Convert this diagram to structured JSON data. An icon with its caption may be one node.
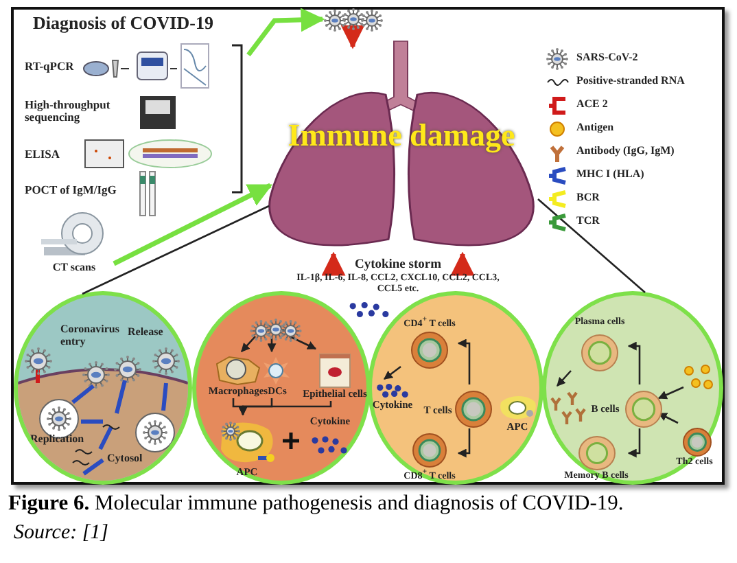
{
  "diagram": {
    "caption": "**Figure 6.** Molecular immune pathogenesis and diagnosis of COVID-19.",
    "nodes": [
      {
        "text": [
          "Diagnosis of COVID-19"
        ]
      },
      {
        "text": [
          "RT-qPCR"
        ],
        "in": 0
      },
      {
        "text": [
          "High-throughput sequencing"
        ],
        "in": 0
      },
      {
        "text": [
          "ELISA"
        ],
        "in": 0
      },
      {
        "text": [
          "POCT of IgM/IgG"
        ],
        "in": 0
      },
      {
        "text": [
          "CT scans"
        ],
        "in": 0
      },
      {
        "text": [],
        "shape": "picture"
      },
      {
        "text": [
          "Immune damage"
        ]
      },
      {
        "text": [
          "Cytokine storm",
          "IL-1β, IL-6, IL-8, CCL2, CXCL10, CCL2, CCL3, CCL5 etc."
        ]
      },
      {
        "text": [
          "Coronavirus entry",
          "Release",
          "Replication",
          "Cytosol"
        ]
      },
      {
        "text": [],
        "shape": "circle"
      },
      {
        "text": [],
        "shape": "picture",
        "in": 10
      },
      {
        "text": [
          "Macrophages"
        ],
        "in": 10
      },
      {
        "text": [
          "DCs"
        ],
        "in": 10
      },
      {
        "text": [
          "Epithelial cells"
        ],
        "in": 10
      },
      {
        "text": [
          "APC"
        ],
        "in": 10
      },
      {
        "text": [
          "Cytokine"
        ],
        "in": 10
      },
      {
        "text": [],
        "shape": "circle"
      },
      {
        "text": [
          "CD4$^{+}$ T cells"
        ],
        "in": 17
      },
      {
        "text": [
          "T cells"
        ],
        "in": 17
      },
      {
        "text": [
          "CD8$^{+}$ T cells"
        ],
        "in": 17
      },
      {
        "text": [
          "APC"
        ],
        "in": 17
      },
      {
        "text": [
          "Cytokine"
        ],
        "in": 17
      },
      {
        "text": [],
        "shape": "circle"
      },
      {
        "text": [
          "Plasma cells"
        ],
        "in": 23
      },
      {
        "text": [
          "B cells"
        ],
        "in": 23
      },
      {
        "text": [
          "Memory B cells"
        ],
        "in": 23
      },
      {
        "text": [
          "Th2 cells"
        ],
        "in": 23
      },
      {
        "text": [],
        "shape": "picture",
        "in": 23
      },
      {
        "text": [],
        "shape": "picture",
        "in": 23
      }
    ],
    "edges": [
      {
        "from": 0,
        "to": 6,
        "arrow": "to",
        "style": "thick",
        "color": "#77e040"
      },
      {
        "from": 5,
        "to": 7,
        "arrow": "to",
        "style": "thick",
        "color": "#77e040"
      },
      {
        "from": 6,
        "to": 7,
        "arrow": "to",
        "style": "thick",
        "color": "#d42a1a"
      },
      {
        "from": 8,
        "to": 7,
        "arrow": "to",
        "style": "thick",
        "color": "#d42a1a"
      },
      {
        "from": 8,
        "to": 7,
        "arrow": "to",
        "style": "thick",
        "color": "#d42a1a"
      },
      {
        "from": 7,
        "to": 9,
        "arrow": "none"
      },
      {
        "from": 7,
        "to": 23,
        "arrow": "none"
      },
      {
        "from": 11,
        "to": 12,
        "arrow": "to"
      },
      {
        "from": 11,
        "to": 13,
        "arrow": "to"
      },
      {
        "from": 11,
        "to": 14,
        "arrow": "to"
      },
      {
        "from": 12,
        "to": 15,
        "arrow": "to"
      },
      {
        "from": 13,
        "to": 15,
        "arrow": "to"
      },
      {
        "from": 14,
        "to": 15,
        "arrow": "to"
      },
      {
        "from": 19,
        "to": 18,
        "arrow": "to"
      },
      {
        "from": 19,
        "to": 20,
        "arrow": "to"
      },
      {
        "from": 18,
        "to": 22,
        "arrow": "to"
      },
      {
        "from": 25,
        "to": 24,
        "arrow": "to"
      },
      {
        "from": 25,
        "to": 26,
        "arrow": "to"
      },
      {
        "from": 24,
        "to": 28,
        "arrow": "to"
      },
      {
        "from": 29,
        "to": 25,
        "arrow": "to"
      },
      {
        "from": 27,
        "to": 25,
        "arrow": "to"
      }
    ],
    "labels": [
      "Source: [1]"
    ],
    "legend": [
      {
        "text": "SARS-CoV-2"
      },
      {
        "text": "Positive-stranded RNA"
      },
      {
        "text": "ACE 2"
      },
      {
        "text": "Antigen"
      },
      {
        "text": "Antibody (IgG, IgM)"
      },
      {
        "text": "MHC I (HLA)"
      },
      {
        "text": "BCR"
      },
      {
        "text": "TCR"
      }
    ]
  }
}
